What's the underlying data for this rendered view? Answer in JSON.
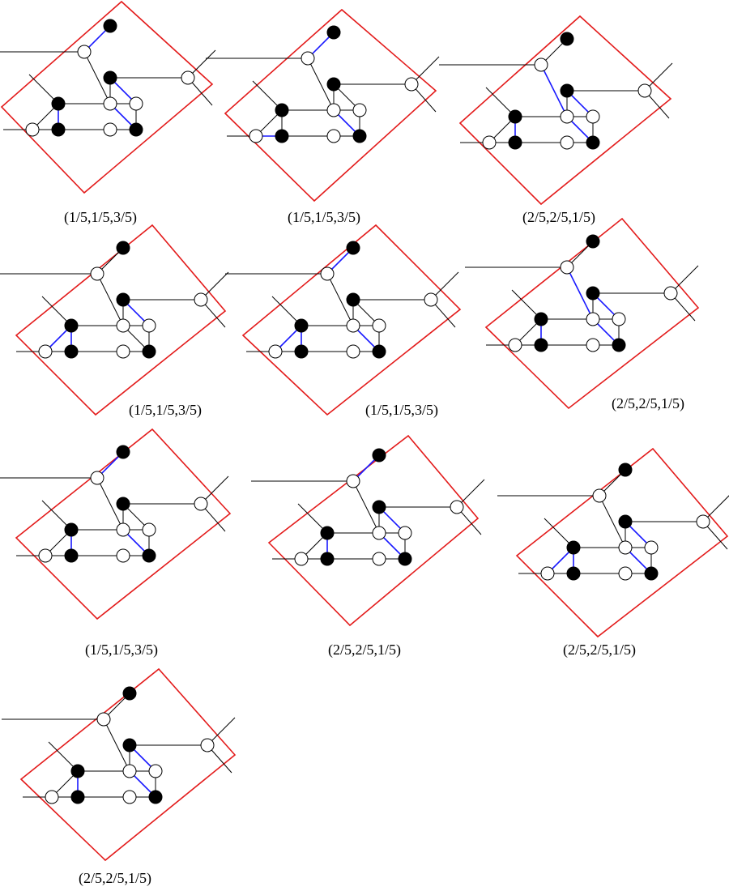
{
  "colors": {
    "frame": "#e31b1b",
    "highlight": "#1a1aff",
    "edge": "#000000",
    "black_node": "#000000",
    "white_node": "#ffffff"
  },
  "panels": [
    {
      "caption": "(1/5,1/5,3/5)",
      "blue_edges": [
        "T-D",
        "D-E",
        "B-C",
        "F-G",
        "M-N",
        "J-K"
      ]
    },
    {
      "caption": "(1/5,1/5,3/5)",
      "blue_edges": [
        "T-D",
        "A-C",
        "F-G",
        "B-H",
        "J-K",
        "E-I",
        "Q-S"
      ]
    },
    {
      "caption": "(2/5,2/5,1/5)",
      "blue_edges": [
        "T-D",
        "E-I",
        "B-C",
        "F-G",
        "M-N",
        "D-E",
        "F-J"
      ]
    },
    {
      "caption": "(1/5,1/5,3/5)",
      "blue_edges": [
        "D-E",
        "B-C",
        "A-B",
        "P-F",
        "Q-S",
        "Q-R",
        "O-K"
      ]
    },
    {
      "caption": "(1/5,1/5,3/5)",
      "blue_edges": [
        "T-D",
        "B-C",
        "A-B",
        "E-I",
        "P-F",
        "F-G",
        "J-K",
        "Q-R"
      ]
    },
    {
      "caption": "(2/5,2/5,1/5)",
      "blue_edges": [
        "D-E",
        "E-I",
        "B-C",
        "F-G",
        "M-N",
        "B-H",
        "L-N",
        "F-J"
      ]
    },
    {
      "caption": "(1/5,1/5,3/5)",
      "blue_edges": [
        "T-D",
        "E-I",
        "F-G",
        "B-C",
        "M-N",
        "J-K",
        "Q-S"
      ]
    },
    {
      "caption": "(2/5,2/5,1/5)",
      "blue_edges": [
        "T-D",
        "D-E",
        "B-C",
        "J-K",
        "P-F",
        "F-G",
        "Q-R",
        "O-K"
      ]
    },
    {
      "caption": "(2/5,2/5,1/5)",
      "blue_edges": [
        "E-I",
        "A-B",
        "B-C",
        "D-E",
        "F-G",
        "Q-R",
        "O-K"
      ]
    },
    {
      "caption": "(2/5,2/5,1/5)",
      "blue_edges": [
        "T-D",
        "D-E",
        "E-I",
        "B-C",
        "F-G",
        "M-N",
        "H-L",
        "Q-S"
      ]
    }
  ]
}
